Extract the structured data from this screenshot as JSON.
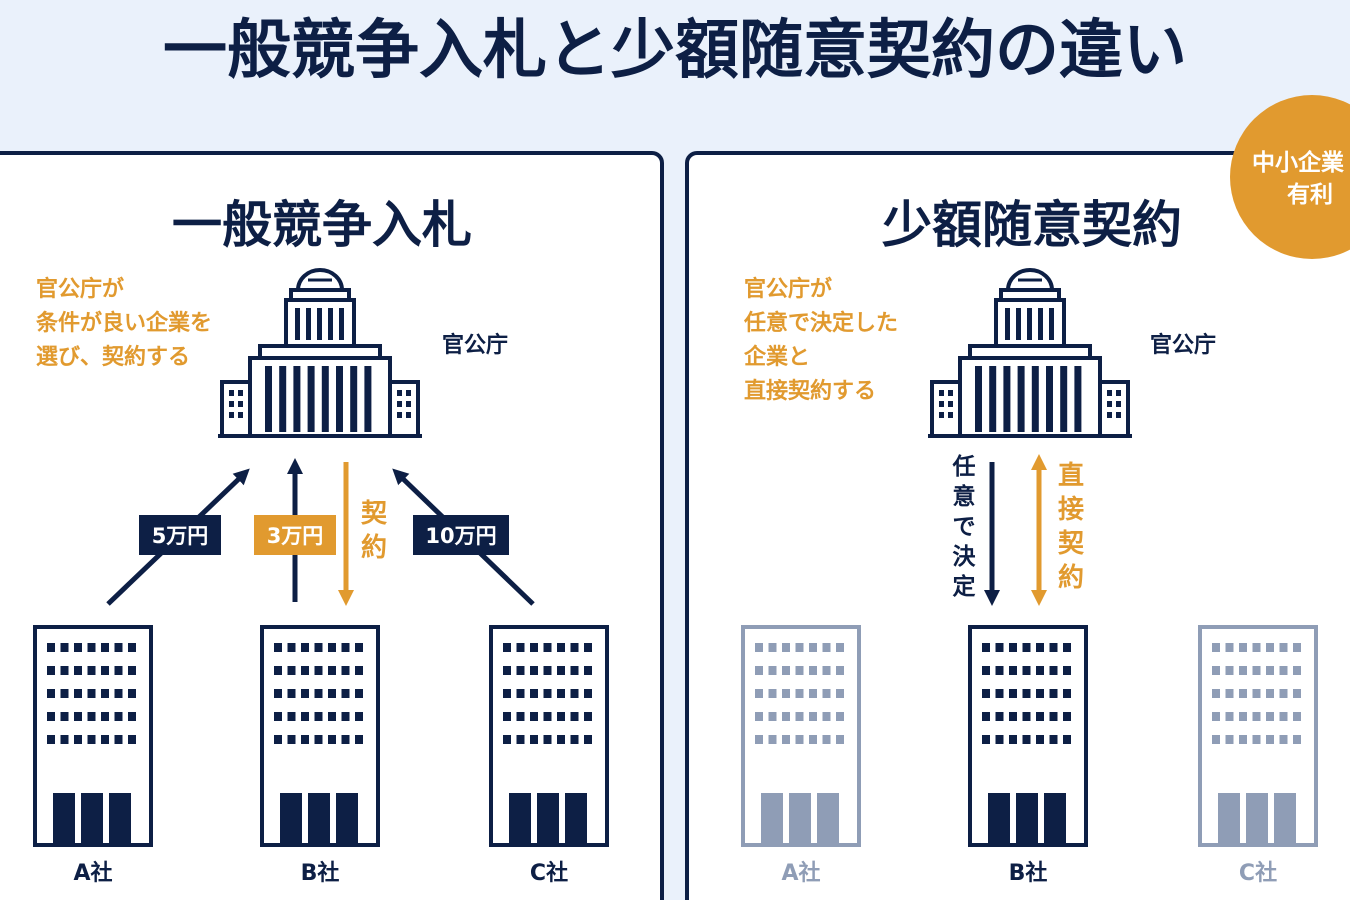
{
  "title": "一般競争入札と少額随意契約の違い",
  "colors": {
    "navy": "#0d1f45",
    "orange": "#e19a2f",
    "gray": "#8f9db6",
    "background": "#eaf1fb",
    "panel": "#ffffff"
  },
  "left_panel": {
    "heading": "一般競争入札",
    "description": [
      "官公庁が",
      "条件が良い企業を",
      "選び、契約する"
    ],
    "office_label": "官公庁",
    "bids": [
      {
        "company": "A社",
        "amount": "5万円",
        "selected": false
      },
      {
        "company": "B社",
        "amount": "3万円",
        "selected": true
      },
      {
        "company": "C社",
        "amount": "10万円",
        "selected": false
      }
    ],
    "contract_label": "契約"
  },
  "right_panel": {
    "heading": "少額随意契約",
    "badge": [
      "中小企業",
      "有利"
    ],
    "description": [
      "官公庁が",
      "任意で決定した",
      "企業と",
      "直接契約する"
    ],
    "office_label": "官公庁",
    "down_label": "任意で決定",
    "up_label": "直接契約",
    "companies": [
      {
        "name": "A社",
        "active": false
      },
      {
        "name": "B社",
        "active": true
      },
      {
        "name": "C社",
        "active": false
      }
    ]
  }
}
